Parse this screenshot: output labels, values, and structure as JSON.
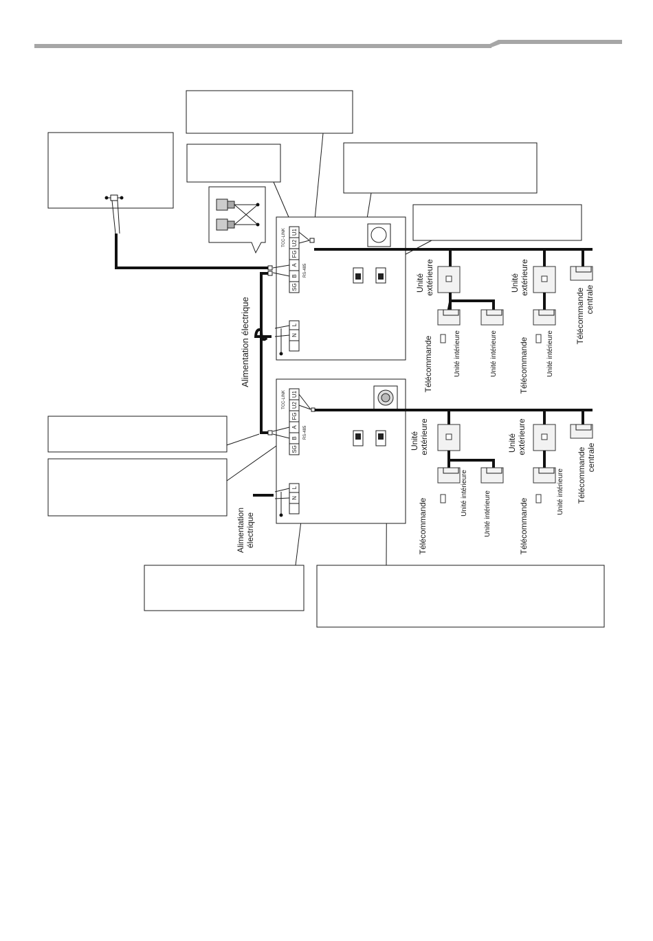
{
  "header": {
    "bar_color": "#a6a6a6"
  },
  "gateways": [
    {
      "terminals_top": [
        "U1",
        "U2",
        "FG",
        "A",
        "B",
        "SG"
      ],
      "bus_label": "TCC-LINK",
      "rs_label": "RS-485",
      "power_terminals": [
        "L",
        "N"
      ],
      "power_label": "Alimentation électrique"
    },
    {
      "terminals_top": [
        "U1",
        "U2",
        "FG",
        "A",
        "B",
        "SG"
      ],
      "bus_label": "TCC-LINK",
      "rs_label": "RS-485",
      "power_terminals": [
        "L",
        "N"
      ],
      "power_label_line1": "Alimentation",
      "power_label_line2": "électrique"
    }
  ],
  "network": {
    "outdoor_line1": "Unité",
    "outdoor_line2": "extérieure",
    "indoor": "Unité intérieure",
    "remote": "Télécommande",
    "central_line1": "Télécommande",
    "central_line2": "centrale"
  }
}
